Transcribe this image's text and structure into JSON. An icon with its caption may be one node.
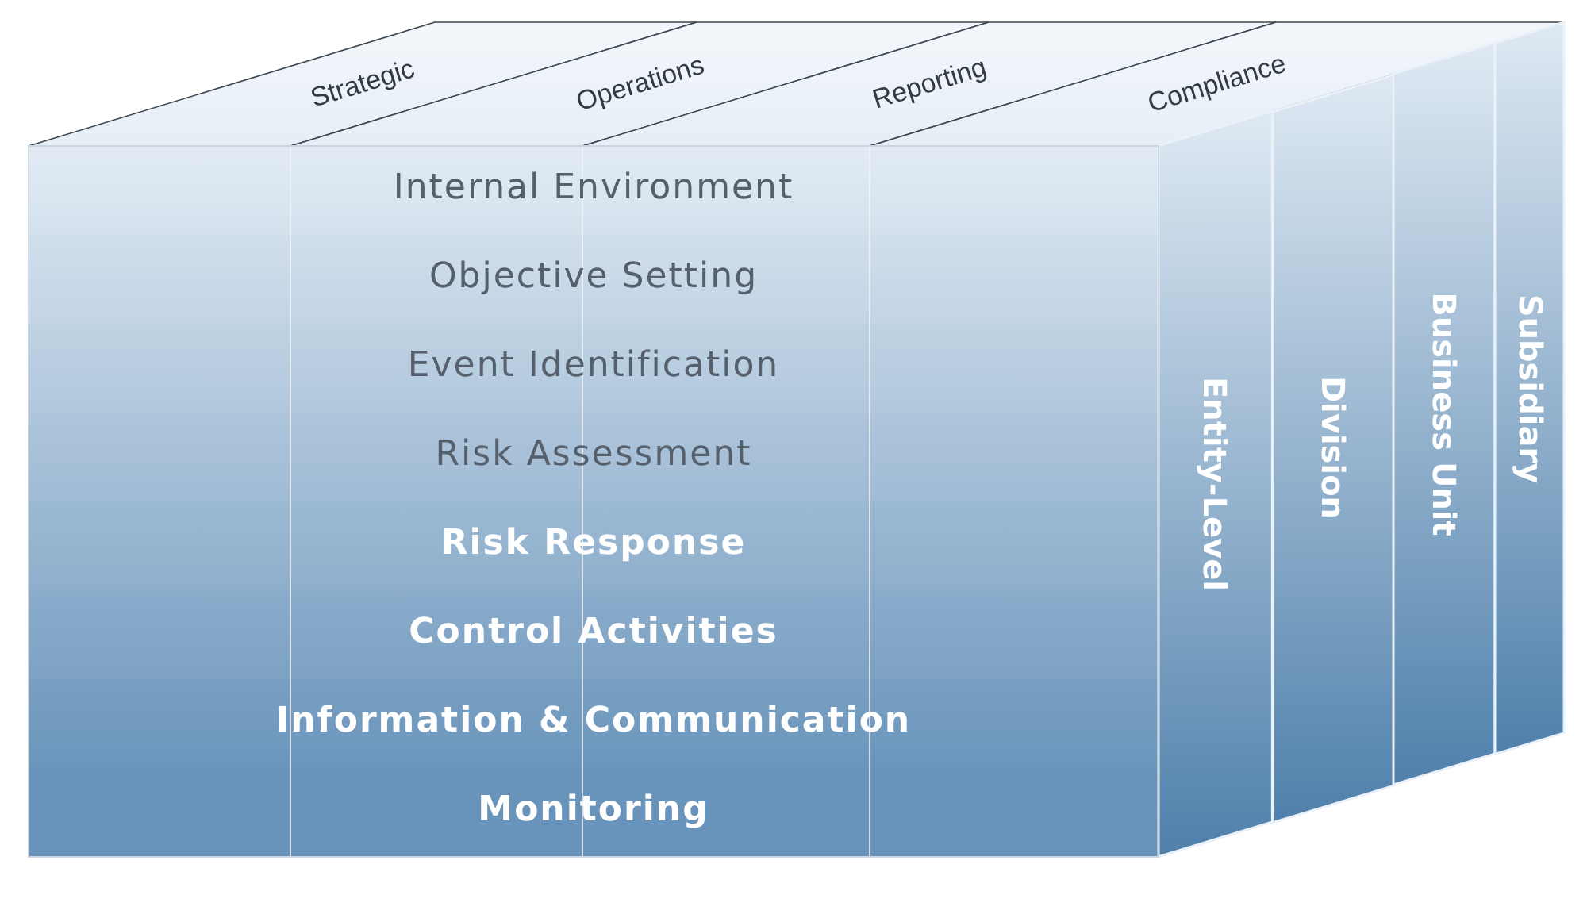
{
  "diagram": {
    "nodes": [
      {
        "text": [
          "Strategic"
        ]
      },
      {
        "text": [
          "Operations"
        ]
      },
      {
        "text": [
          "Reporting"
        ]
      },
      {
        "text": [
          "Compliance"
        ]
      },
      {
        "text": [
          "Internal Environment"
        ]
      },
      {
        "text": [
          "Objective Setting"
        ]
      },
      {
        "text": [
          "Event Identification"
        ]
      },
      {
        "text": [
          "Risk Assessment"
        ]
      },
      {
        "text": [
          "Risk Response"
        ]
      },
      {
        "text": [
          "Control Activities"
        ]
      },
      {
        "text": [
          "Information & Communication"
        ]
      },
      {
        "text": [
          "Monitoring"
        ]
      },
      {
        "text": [
          "Entity-Level"
        ]
      },
      {
        "text": [
          "Division"
        ]
      },
      {
        "text": [
          "Business Unit"
        ]
      },
      {
        "text": [
          "Subsidiary"
        ]
      }
    ]
  }
}
